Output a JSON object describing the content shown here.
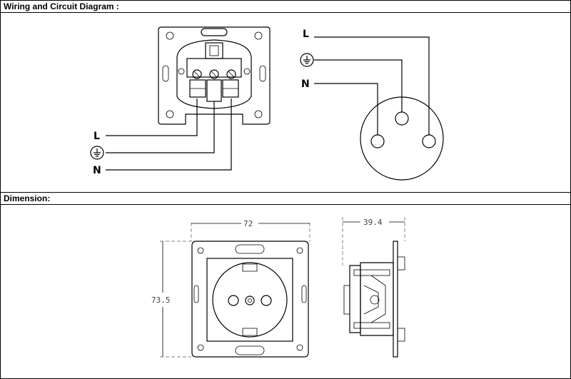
{
  "sections": {
    "wiring_title": "Wiring and Circuit Diagram :",
    "dimension_title": "Dimension:"
  },
  "wiring": {
    "labels": {
      "live": "L",
      "neutral": "N"
    },
    "icons": {
      "earth": "earth-ground-icon"
    }
  },
  "circuit": {
    "labels": {
      "live": "L",
      "neutral": "N"
    },
    "icons": {
      "earth": "earth-ground-icon"
    }
  },
  "dimensions": {
    "width": "72",
    "height": "73.5",
    "depth": "39.4"
  }
}
